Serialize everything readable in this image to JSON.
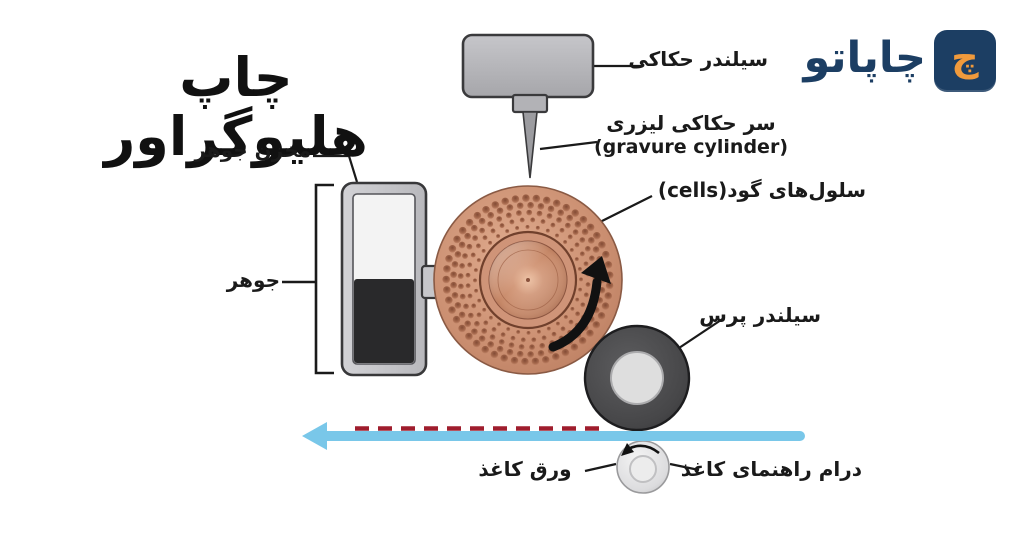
{
  "title": "چاپ هلیوگراور",
  "logo": {
    "text": "چاپاتو",
    "icon_letter": "چ"
  },
  "labels": {
    "engraving_cylinder": "سیلندر حکاکی",
    "laser_head": "سر حکاکی لیزری",
    "laser_head_sub": "(gravure cylinder)",
    "cells": "سلول‌های گود(cells)",
    "ink_reservoir": "مخزن جوهر",
    "ink": "جوهر",
    "press_cylinder": "سیلندر پرس",
    "paper_guide_drum": "درام راهنمای کاغذ",
    "paper_sheet": "ورق کاغذ"
  },
  "colors": {
    "brand_navy": "#1c3e63",
    "brand_orange": "#f09a3c",
    "copper": "#c98d6f",
    "copper_dark": "#8a5038",
    "machine_gray": "#b6b6ba",
    "ink_black": "#29292b",
    "press_gray": "#4a4a4c",
    "paper_arrow_blue": "#79c7e9",
    "ink_line_red": "#9f1d2d",
    "label_black": "#1a1a1a"
  }
}
